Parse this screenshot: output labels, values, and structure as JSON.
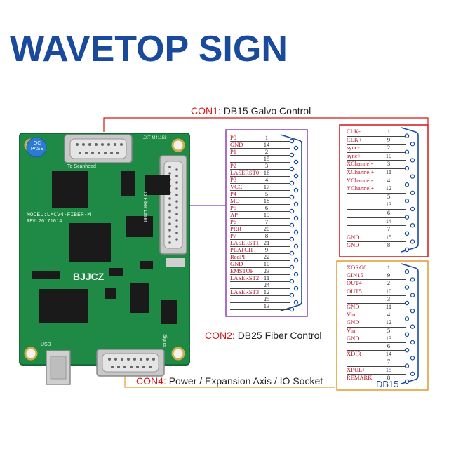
{
  "brand": {
    "name": "WAVETOP SIGN",
    "color": "#1a4a9c"
  },
  "callouts": {
    "con1": {
      "id": "CON1:",
      "desc": "DB15 Galvo Control"
    },
    "con2": {
      "id": "CON2:",
      "desc": "DB25 Fiber Control"
    },
    "con4": {
      "id": "CON4:",
      "desc": "Power / Expansion Axis / IO Socket"
    }
  },
  "board": {
    "qc_pass": [
      "QC",
      "PASS"
    ],
    "model": "MODEL:LMCV4-FIBER-M",
    "rev": "REV:20171014",
    "chip_label": "BJJCZ",
    "scanhead": "To Scanhead",
    "laser": "To Fiber Laser",
    "usb": "USB",
    "serial": "JXT-M41158",
    "signal": "Signal"
  },
  "db25_pins": [
    {
      "name": "P0",
      "num": "1"
    },
    {
      "name": "GND",
      "num": "14"
    },
    {
      "name": "P1",
      "num": "2"
    },
    {
      "name": "",
      "num": "15"
    },
    {
      "name": "P2",
      "num": "3"
    },
    {
      "name": "LASERST0",
      "num": "16"
    },
    {
      "name": "P3",
      "num": "4"
    },
    {
      "name": "VCC",
      "num": "17"
    },
    {
      "name": "P4",
      "num": "5"
    },
    {
      "name": "MO",
      "num": "18"
    },
    {
      "name": "P5",
      "num": "6"
    },
    {
      "name": "AP",
      "num": "19"
    },
    {
      "name": "P6",
      "num": "7"
    },
    {
      "name": "PRR",
      "num": "20"
    },
    {
      "name": "P7",
      "num": "8"
    },
    {
      "name": "LASERST1",
      "num": "21"
    },
    {
      "name": "PLATCH",
      "num": "9"
    },
    {
      "name": "RedPI",
      "num": "22"
    },
    {
      "name": "GND",
      "num": "10"
    },
    {
      "name": "EMSTOP",
      "num": "23"
    },
    {
      "name": "LASERST2",
      "num": "11"
    },
    {
      "name": "",
      "num": "24"
    },
    {
      "name": "LASERST3",
      "num": "12"
    },
    {
      "name": "",
      "num": "25"
    },
    {
      "name": "",
      "num": "13"
    }
  ],
  "galvo_pins": [
    {
      "name": "CLK-",
      "num": "1"
    },
    {
      "name": "CLK+",
      "num": "9"
    },
    {
      "name": "sync-",
      "num": "2"
    },
    {
      "name": "sync+",
      "num": "10"
    },
    {
      "name": "XChannel-",
      "num": "3"
    },
    {
      "name": "XChannel+",
      "num": "11"
    },
    {
      "name": "YChannel-",
      "num": "4"
    },
    {
      "name": "YChannel+",
      "num": "12"
    },
    {
      "name": "",
      "num": "5"
    },
    {
      "name": "",
      "num": "13"
    },
    {
      "name": "",
      "num": "6"
    },
    {
      "name": "",
      "num": "14"
    },
    {
      "name": "",
      "num": "7"
    },
    {
      "name": "GND",
      "num": "15"
    },
    {
      "name": "GND",
      "num": "8"
    }
  ],
  "io_pins": [
    {
      "name": "XORG0",
      "num": "1"
    },
    {
      "name": "GIN15",
      "num": "9"
    },
    {
      "name": "OUT4",
      "num": "2"
    },
    {
      "name": "OUT5",
      "num": "10"
    },
    {
      "name": "",
      "num": "3"
    },
    {
      "name": "GND",
      "num": "11"
    },
    {
      "name": "Vin",
      "num": "4"
    },
    {
      "name": "GND",
      "num": "12"
    },
    {
      "name": "Vin",
      "num": "5"
    },
    {
      "name": "GND",
      "num": "13"
    },
    {
      "name": "",
      "num": "6"
    },
    {
      "name": "XDIR+",
      "num": "14"
    },
    {
      "name": "",
      "num": "7"
    },
    {
      "name": "XPUL+",
      "num": "15"
    },
    {
      "name": "REMARK",
      "num": "8"
    }
  ],
  "io_connector_label": "DB15",
  "colors": {
    "red": "#d11818",
    "purple": "#8a3fb8",
    "orange": "#e39a2d",
    "pcb": "#1f8a45",
    "pin_name": "#b2182b"
  }
}
